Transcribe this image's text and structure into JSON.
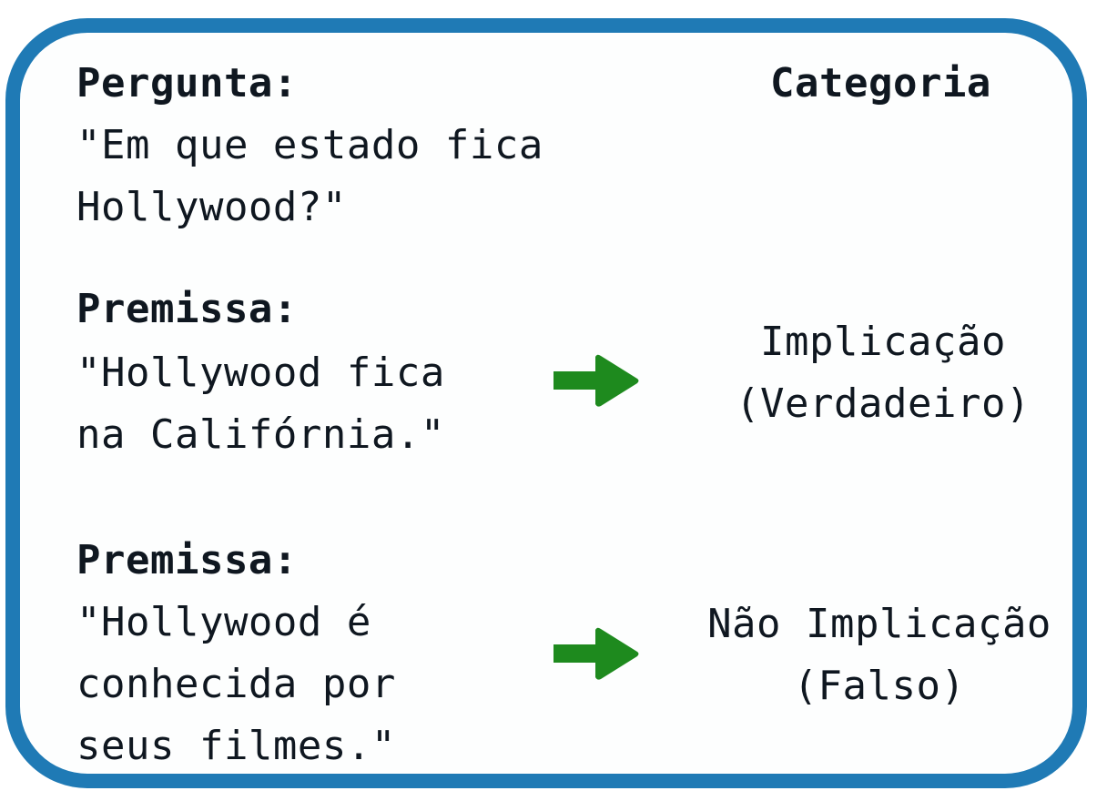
{
  "headers": {
    "left": "Pergunta:",
    "right": "Categoria"
  },
  "question": {
    "lines": [
      "\"Em que estado fica",
      "Hollywood?\""
    ]
  },
  "rows": [
    {
      "label": "Premissa:",
      "lines": [
        "\"Hollywood fica",
        "na Califórnia.\""
      ],
      "category_lines": [
        "Implicação",
        "(Verdadeiro)"
      ],
      "arrow": "right-arrow-icon"
    },
    {
      "label": "Premissa:",
      "lines": [
        "\"Hollywood é",
        "conhecida por",
        "seus filmes.\""
      ],
      "category_lines": [
        "Não Implicação",
        "(Falso)"
      ],
      "arrow": "right-arrow-icon"
    }
  ],
  "colors": {
    "border": "#1f7ab5",
    "arrow": "#1e8a1e",
    "text": "#0f1720"
  }
}
